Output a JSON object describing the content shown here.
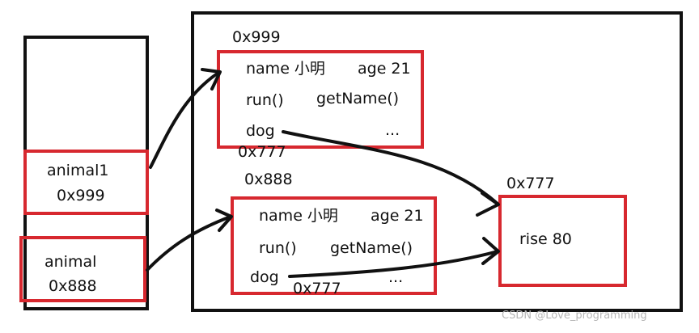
{
  "stack": {
    "animal1": {
      "name": "animal1",
      "addr": "0x999"
    },
    "animal": {
      "name": "animal",
      "addr": "0x888"
    }
  },
  "heap": {
    "obj1": {
      "addr": "0x999",
      "name_field": "name 小明",
      "age_field": "age 21",
      "run": "run()",
      "get_name": "getName()",
      "dog": "dog",
      "dots": "...",
      "dog_ref": "0x777"
    },
    "obj2": {
      "addr": "0x888",
      "name_field": "name 小明",
      "age_field": "age 21",
      "run": "run()",
      "get_name": "getName()",
      "dog": "dog",
      "dots": "...",
      "dog_ref": "0x777"
    },
    "dog_obj": {
      "addr": "0x777",
      "field": "rise  80"
    }
  },
  "watermark": "CSDN @Love_programming",
  "colors": {
    "frame": "#111111",
    "highlight": "#d7282f",
    "watermark": "#b6b6b6"
  }
}
